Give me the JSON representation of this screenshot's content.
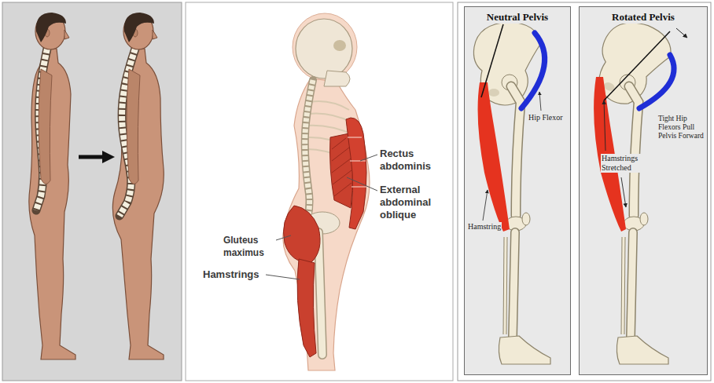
{
  "diagram": {
    "nodes": [
      {
        "text": [
          "Neutral Pelvis"
        ]
      },
      {
        "text": [
          "Rotated Pelvis"
        ]
      }
    ],
    "labels": [
      "Rectus abdominis",
      "External abdominal oblique",
      "Gluteus maximus",
      "Hamstrings",
      "Hip Flexor",
      "Hamstring",
      "Tight Hip Flexors Pull Pelvis Forward",
      "Hamstrings Stretched"
    ]
  }
}
